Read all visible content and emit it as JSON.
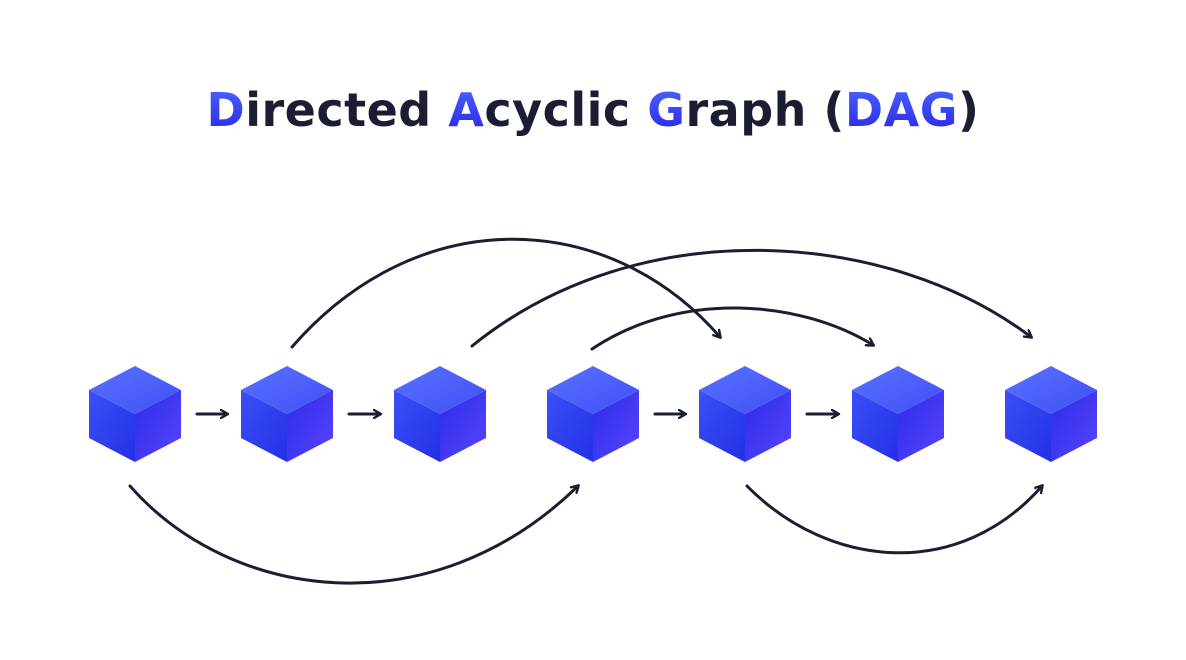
{
  "title": {
    "segments": [
      {
        "text": "D",
        "accent": true
      },
      {
        "text": "irected ",
        "accent": false
      },
      {
        "text": "A",
        "accent": true
      },
      {
        "text": "cyclic ",
        "accent": false
      },
      {
        "text": "G",
        "accent": true
      },
      {
        "text": "raph (",
        "accent": false
      },
      {
        "text": "DAG",
        "accent": true
      },
      {
        "text": ")",
        "accent": false
      }
    ]
  },
  "colors": {
    "text_dark": "#1b1e33",
    "accent": "#3b44f0",
    "cube_top": "#4b63ff",
    "cube_left": "#2f3ef3",
    "cube_right": "#2418e0",
    "edge": "#1b1e33"
  },
  "graph": {
    "nodes": [
      {
        "id": "n1"
      },
      {
        "id": "n2"
      },
      {
        "id": "n3"
      },
      {
        "id": "n4"
      },
      {
        "id": "n5"
      },
      {
        "id": "n6"
      },
      {
        "id": "n7"
      }
    ],
    "edges": [
      {
        "from": "n1",
        "to": "n2",
        "style": "straight"
      },
      {
        "from": "n2",
        "to": "n3",
        "style": "straight"
      },
      {
        "from": "n4",
        "to": "n5",
        "style": "straight"
      },
      {
        "from": "n5",
        "to": "n6",
        "style": "straight"
      },
      {
        "from": "n2",
        "to": "n5",
        "style": "arc-above"
      },
      {
        "from": "n3",
        "to": "n7",
        "style": "arc-above"
      },
      {
        "from": "n4",
        "to": "n6",
        "style": "arc-above"
      },
      {
        "from": "n1",
        "to": "n4",
        "style": "arc-below"
      },
      {
        "from": "n5",
        "to": "n7",
        "style": "arc-below"
      }
    ]
  }
}
